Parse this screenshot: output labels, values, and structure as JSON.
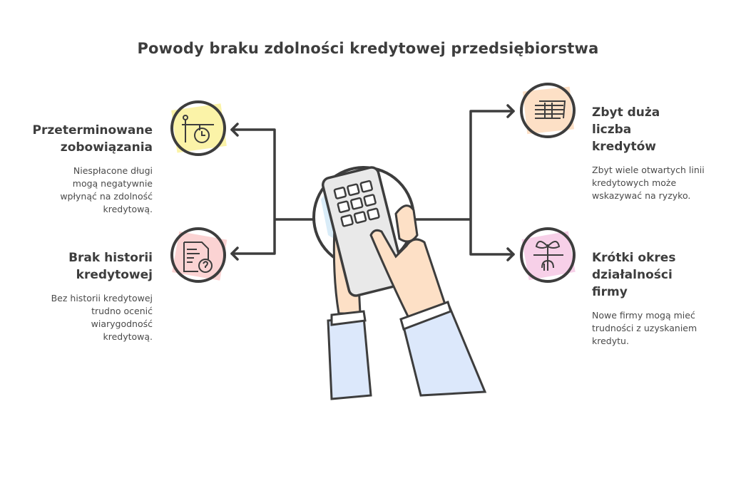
{
  "title": "Powody braku zdolności kredytowej przedsiębiorstwa",
  "items": [
    {
      "title": "Przeterminowane zobowiązania",
      "description": "Niespłacone długi mogą negatywnie wpłynąć na zdolność kredytową.",
      "icon": "overdue-clock-icon",
      "color": "#fbf3a8"
    },
    {
      "title": "Brak historii kredytowej",
      "description": "Bez historii kredytowej trudno ocenić wiarygodność kredytową.",
      "icon": "document-question-icon",
      "color": "#fbd3d3"
    },
    {
      "title": "Zbyt duża liczba kredytów",
      "description": "Zbyt wiele otwartych linii kredytowych może wskazywać na ryzyko.",
      "icon": "money-stack-icon",
      "color": "#fde0c6"
    },
    {
      "title": "Krótki okres działalności firmy",
      "description": "Nowe firmy mogą mieć trudności z uzyskaniem kredytu.",
      "icon": "sprout-icon",
      "color": "#f7d0e8"
    }
  ],
  "center_icon": "hand-calculator-icon"
}
